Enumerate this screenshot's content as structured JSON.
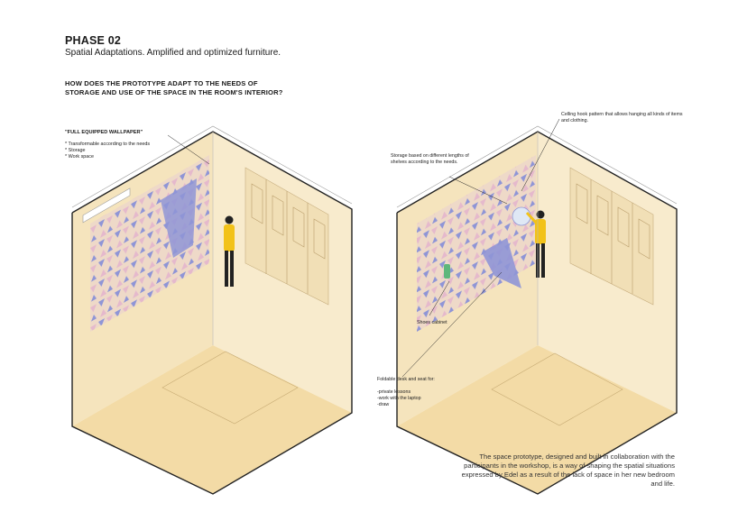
{
  "header": {
    "phase": "PHASE 02",
    "subtitle": "Spatial Adaptations. Amplified and optimized furniture."
  },
  "question": "HOW DOES THE PROTOTYPE ADAPT TO THE NEEDS OF STORAGE AND USE OF THE SPACE IN THE ROOM'S INTERIOR?",
  "left_panel": {
    "title": "\"FULL EQUIPPED WALLPAPER\"",
    "features": [
      "* Transformable according to the needs",
      "* Storage",
      "* Work space"
    ]
  },
  "right_panel": {
    "annotations": {
      "ceiling_hook": "Celling hook pattern that allows hanging all kinds of items and clothing.",
      "storage": "Storage based on different lengths of shelves according to the needs.",
      "shoes": "Shoes cabinet",
      "desk_title": "Foldable desk and seat for:",
      "desk_uses": [
        "-private lessons",
        "-work with the laptop",
        "-draw"
      ]
    }
  },
  "caption": "The space prototype, designed and built in collaboration with the participants in the workshop, is a way of shaping the spatial situations expressed by Edel as a result of the lack of space in her new bedroom and  life.",
  "colors": {
    "floor": "#f3dba6",
    "wall": "#f5e4bd",
    "triangle_purple": "#8f95d6",
    "triangle_pink": "#e5b9cc",
    "figure_shirt": "#f2c219",
    "bottle_green": "#5fb77b"
  }
}
